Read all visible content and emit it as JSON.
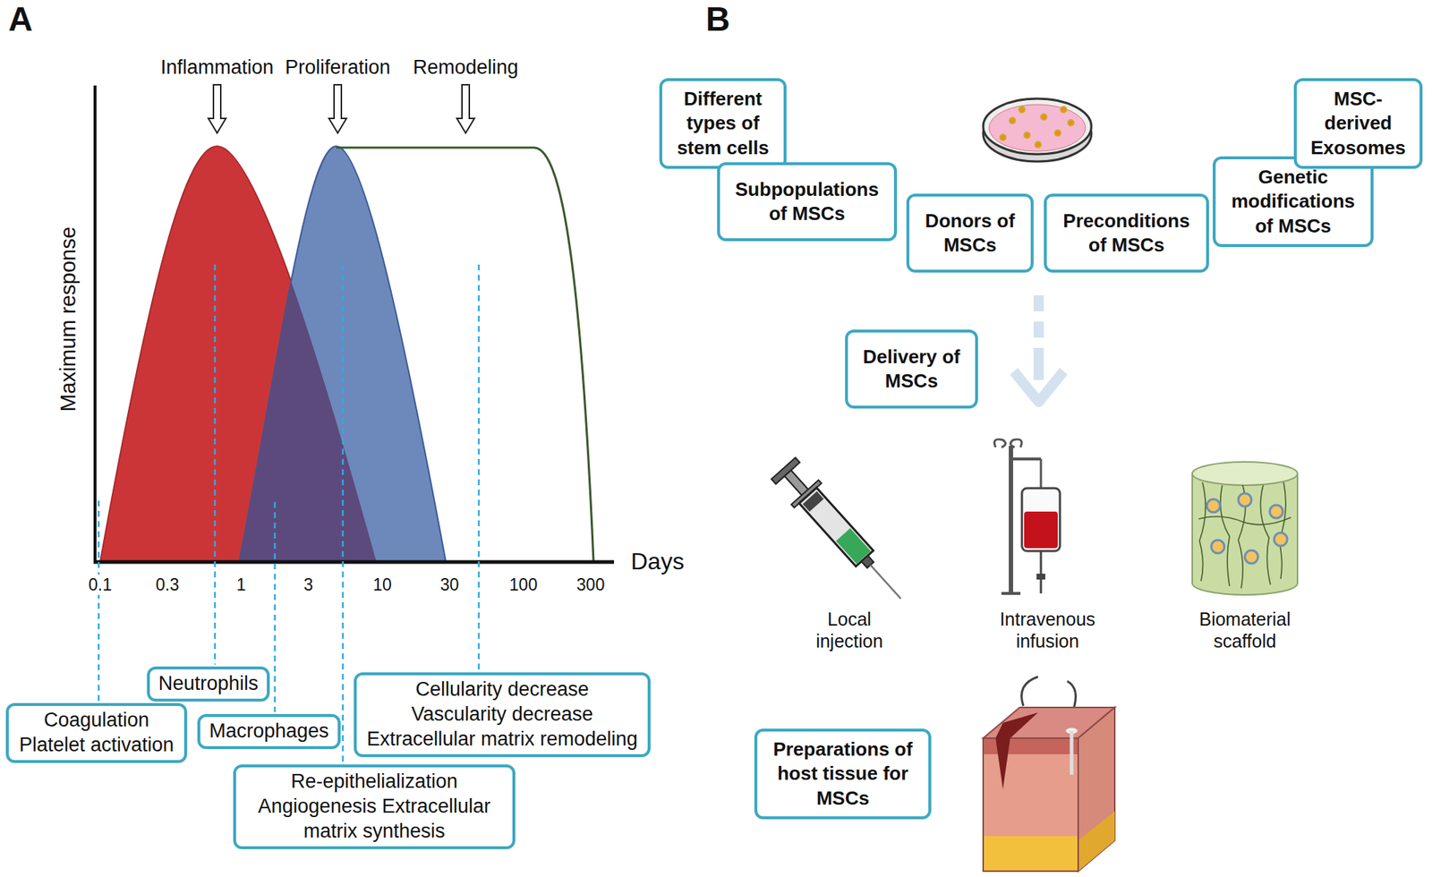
{
  "diagram": {
    "nodes": [
      {
        "text": [
          "Coagulation Platelet activation"
        ]
      },
      {
        "text": [
          "Neutrophils"
        ]
      },
      {
        "text": [
          "Macrophages"
        ]
      },
      {
        "text": [
          "Re-epithelialization Angiogenesis Extracellular matrix synthesis"
        ]
      },
      {
        "text": [
          "Cellularity decrease Vascularity decrease Extracellular matrix remodeling"
        ]
      },
      {
        "text": [
          "Different types of stem cells"
        ]
      },
      {
        "text": [
          "Subpopulations of MSCs"
        ]
      },
      {
        "text": [
          "Donors of MSCs"
        ]
      },
      {
        "text": [
          "Preconditions of MSCs"
        ]
      },
      {
        "text": [
          "Genetic modifications of MSCs"
        ]
      },
      {
        "text": [
          "MSC-derived Exosomes"
        ]
      },
      {
        "text": [
          "Delivery of MSCs"
        ]
      },
      {
        "text": [
          "Preparations of host tissue for MSCs"
        ]
      }
    ],
    "labels": [
      "A",
      "Inflammation",
      "Proliferation",
      "Remodeling",
      "Maximum response",
      "Days",
      "0.1",
      "0.3",
      "1",
      "3",
      "10",
      "30",
      "100",
      "300",
      "B",
      "Local injection",
      "Intravenous infusion",
      "Biomaterial scaffold"
    ]
  }
}
